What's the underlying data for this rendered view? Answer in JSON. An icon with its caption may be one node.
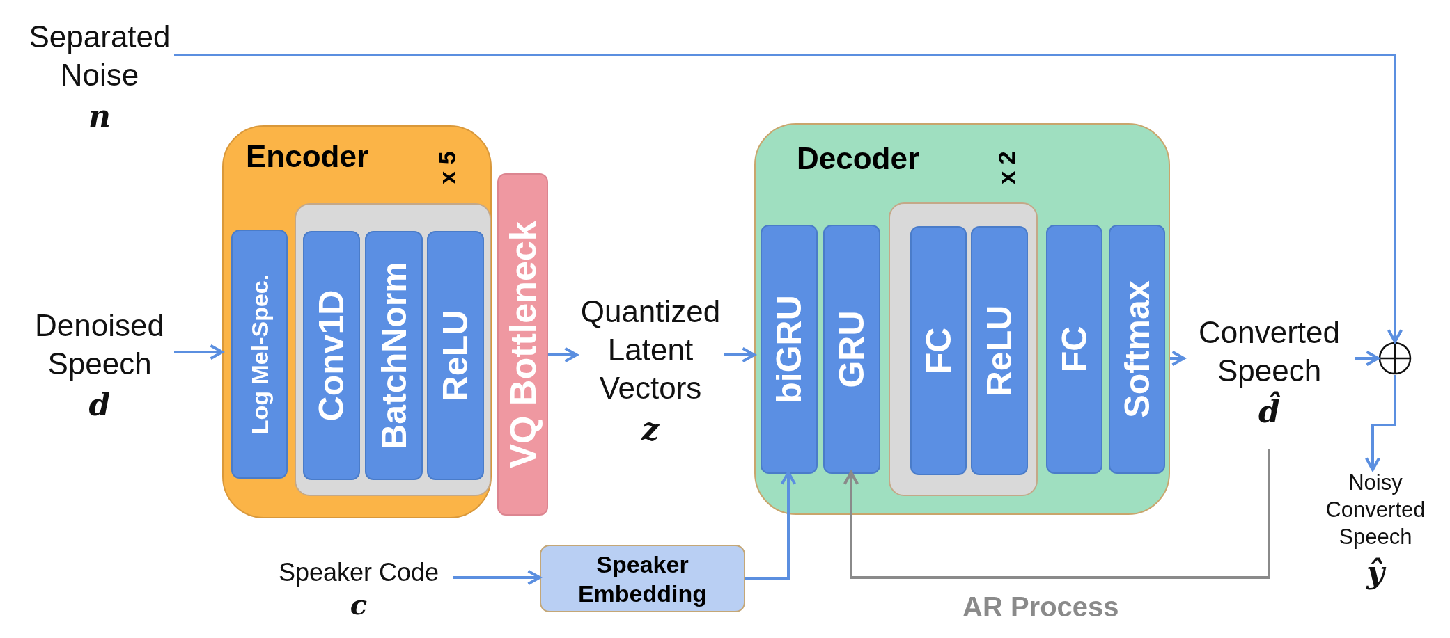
{
  "diagram": {
    "nodes": [
      {
        "text": [
          "Separated Noise",
          "n"
        ]
      },
      {
        "text": [
          "Denoised Speech",
          "d"
        ]
      },
      {
        "text": [
          "Encoder",
          "x 5"
        ]
      },
      {
        "text": [],
        "shape": "box",
        "in": 2
      },
      {
        "text": [
          "Log Mel-Spec."
        ],
        "in": 2
      },
      {
        "text": [
          "Conv1D"
        ],
        "in": 3
      },
      {
        "text": [
          "BatchNorm"
        ],
        "in": 3
      },
      {
        "text": [
          "ReLU"
        ],
        "in": 3
      },
      {
        "text": [
          "VQ Bottleneck"
        ]
      },
      {
        "text": [
          "Quantized Latent Vectors",
          "z"
        ]
      },
      {
        "text": [
          "Speaker Code",
          "c"
        ]
      },
      {
        "text": [
          "Speaker Embedding"
        ]
      },
      {
        "text": [
          "Decoder",
          "x 2"
        ]
      },
      {
        "text": [
          "biGRU"
        ],
        "in": 12
      },
      {
        "text": [
          "GRU"
        ],
        "in": 12
      },
      {
        "text": [],
        "shape": "box",
        "in": 12
      },
      {
        "text": [
          "FC"
        ],
        "in": 15
      },
      {
        "text": [
          "ReLU"
        ],
        "in": 15
      },
      {
        "text": [
          "FC"
        ],
        "in": 12
      },
      {
        "text": [
          "Softmax"
        ],
        "in": 12
      },
      {
        "text": [
          "Converted Speech",
          "d̂"
        ]
      },
      {
        "text": [],
        "shape": "circle"
      },
      {
        "text": [
          "Noisy Converted Speech",
          "ŷ"
        ]
      }
    ],
    "edges": [
      {
        "from": 1,
        "to": 2,
        "arrow": "to"
      },
      {
        "from": 8,
        "to": 9,
        "arrow": "to"
      },
      {
        "from": 9,
        "to": 12,
        "arrow": "to"
      },
      {
        "from": 10,
        "to": 11,
        "arrow": "to"
      },
      {
        "from": 11,
        "to": 13,
        "arrow": "to"
      },
      {
        "from": 12,
        "to": 20,
        "arrow": "to"
      },
      {
        "from": 20,
        "to": 21,
        "arrow": "to"
      },
      {
        "from": 0,
        "to": 21,
        "arrow": "to"
      },
      {
        "from": 21,
        "to": 22,
        "arrow": "to"
      },
      {
        "from": 20,
        "to": 14,
        "arrow": "to",
        "label": "AR Process",
        "color": "#8a8a8a"
      }
    ]
  }
}
